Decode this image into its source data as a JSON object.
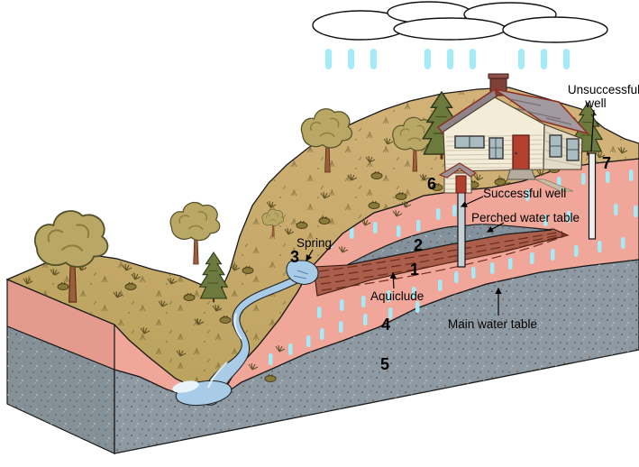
{
  "diagram": {
    "labels": {
      "unsuccessful_well_line1": "Unsuccessful",
      "unsuccessful_well_line2": "well",
      "successful_well": "Successful well",
      "perched_water_table": "Perched water table",
      "spring": "Spring",
      "aquiclude": "Aquiclude",
      "main_water_table": "Main water table"
    },
    "markers": {
      "n1": "1",
      "n2": "2",
      "n3": "3",
      "n4": "4",
      "n5": "5",
      "n6": "6",
      "n7": "7"
    },
    "colors": {
      "unsaturated_zone_pink": "#f0a79a",
      "saturated_zone_gray": "#8d9aa3",
      "aquiclude_red": "#aa5f4d",
      "surface_water_blue": "#a8cbe7",
      "rain_cyan": "#a5ebf7",
      "terrain_tan": "#c9a96b"
    }
  }
}
